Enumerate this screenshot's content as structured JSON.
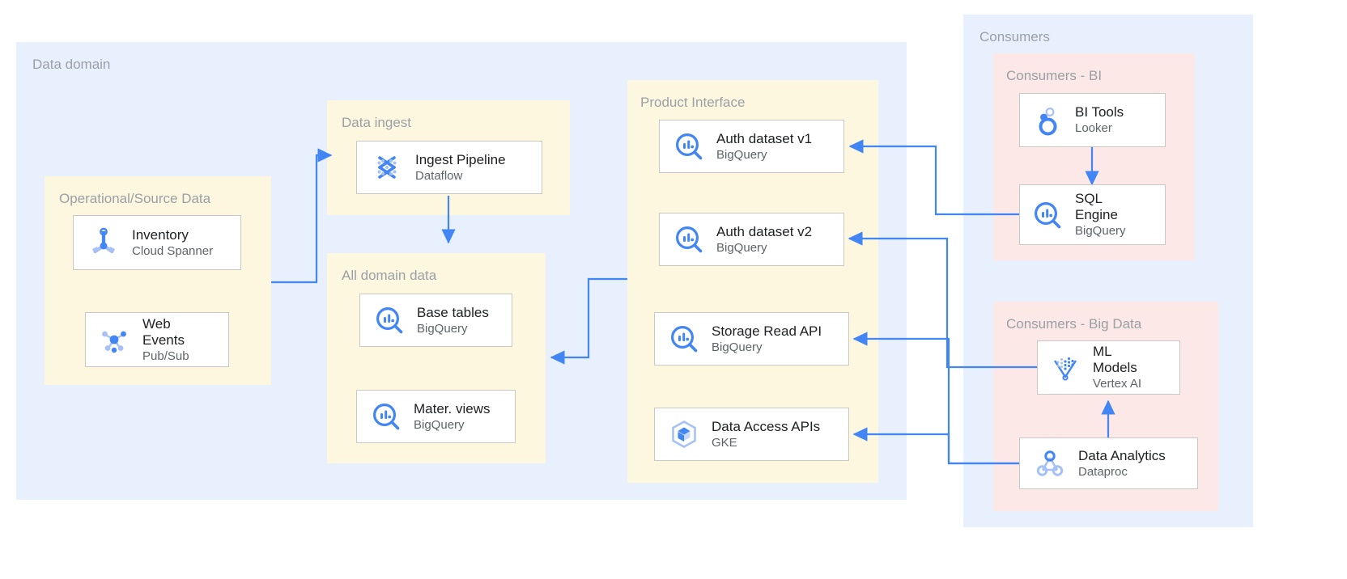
{
  "panels": {
    "data_domain": {
      "label": "Data domain",
      "color": "#e8f0fe"
    },
    "operational": {
      "label": "Operational/Source Data",
      "color": "#fef7e0"
    },
    "data_ingest": {
      "label": "Data ingest",
      "color": "#fef7e0"
    },
    "all_domain_data": {
      "label": "All domain data",
      "color": "#fef7e0"
    },
    "product_interface": {
      "label": "Product Interface",
      "color": "#fef7e0"
    },
    "consumers": {
      "label": "Consumers",
      "color": "#e8f0fe"
    },
    "consumers_bi": {
      "label": "Consumers - BI",
      "color": "#fce8e6"
    },
    "consumers_bigdata": {
      "label": "Consumers - Big Data",
      "color": "#fce8e6"
    }
  },
  "nodes": {
    "inventory": {
      "title": "Inventory",
      "subtitle": "Cloud Spanner",
      "icon": "cloud-spanner-icon"
    },
    "web_events": {
      "title": "Web\nEvents",
      "subtitle": "Pub/Sub",
      "icon": "pubsub-icon"
    },
    "ingest_pipeline": {
      "title": "Ingest Pipeline",
      "subtitle": "Dataflow",
      "icon": "dataflow-icon"
    },
    "base_tables": {
      "title": "Base tables",
      "subtitle": "BigQuery",
      "icon": "bigquery-icon"
    },
    "mater_views": {
      "title": "Mater. views",
      "subtitle": "BigQuery",
      "icon": "bigquery-icon"
    },
    "auth_v1": {
      "title": "Auth dataset v1",
      "subtitle": "BigQuery",
      "icon": "bigquery-icon"
    },
    "auth_v2": {
      "title": "Auth dataset v2",
      "subtitle": "BigQuery",
      "icon": "bigquery-icon"
    },
    "storage_read": {
      "title": "Storage Read API",
      "subtitle": "BigQuery",
      "icon": "bigquery-icon"
    },
    "data_access": {
      "title": "Data Access APIs",
      "subtitle": "GKE",
      "icon": "gke-icon"
    },
    "bi_tools": {
      "title": "BI Tools",
      "subtitle": "Looker",
      "icon": "looker-icon"
    },
    "sql_engine": {
      "title": "SQL\nEngine",
      "subtitle": "BigQuery",
      "icon": "bigquery-icon"
    },
    "ml_models": {
      "title": "ML\nModels",
      "subtitle": "Vertex AI",
      "icon": "vertex-ai-icon"
    },
    "data_analytics": {
      "title": "Data Analytics",
      "subtitle": "Dataproc",
      "icon": "dataproc-icon"
    }
  },
  "colors": {
    "arrow": "#4285f4",
    "icon_blue": "#4285f4",
    "icon_light": "#a6c1f5",
    "node_border": "#c9c9c4",
    "title_text": "#202124",
    "sub_text": "#5f6368",
    "panel_label": "#9aa0a6"
  },
  "edges": [
    {
      "from": "web_events",
      "to": "ingest_pipeline"
    },
    {
      "from": "ingest_pipeline",
      "to": "all_domain_data"
    },
    {
      "from": "product_interface",
      "to": "all_domain_data"
    },
    {
      "from": "sql_engine",
      "to": "auth_v1"
    },
    {
      "from": "bi_tools",
      "to": "sql_engine"
    },
    {
      "from": "ml_models",
      "to": "auth_v2"
    },
    {
      "from": "data_analytics",
      "to": "storage_read"
    },
    {
      "from": "data_analytics",
      "to": "data_access"
    },
    {
      "from": "data_analytics",
      "to": "ml_models"
    }
  ]
}
